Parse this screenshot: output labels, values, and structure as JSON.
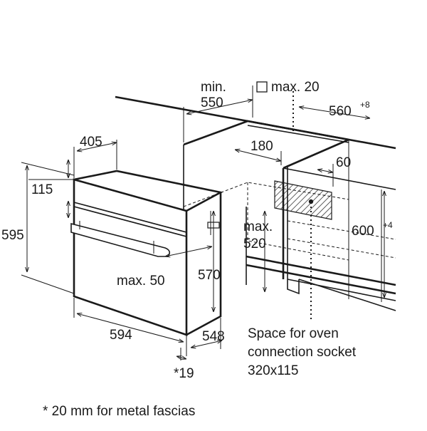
{
  "dimensions": {
    "min_label": "min.",
    "depth_min": "550",
    "max_label": "max. 20",
    "niche_width": "560",
    "niche_width_tol": "+8",
    "d405": "405",
    "d180": "180",
    "d60": "60",
    "d115": "115",
    "d595": "595",
    "max520_a": "max.",
    "max520_b": "520",
    "niche_height": "600",
    "niche_height_tol": "+4",
    "max50": "max. 50",
    "d570": "570",
    "d594": "594",
    "d548": "548",
    "footnote_ref": "*19"
  },
  "notes": {
    "socket_line1": "Space for oven",
    "socket_line2": "connection socket",
    "socket_line3": "320x115",
    "footnote": "* 20 mm for metal fascias"
  }
}
